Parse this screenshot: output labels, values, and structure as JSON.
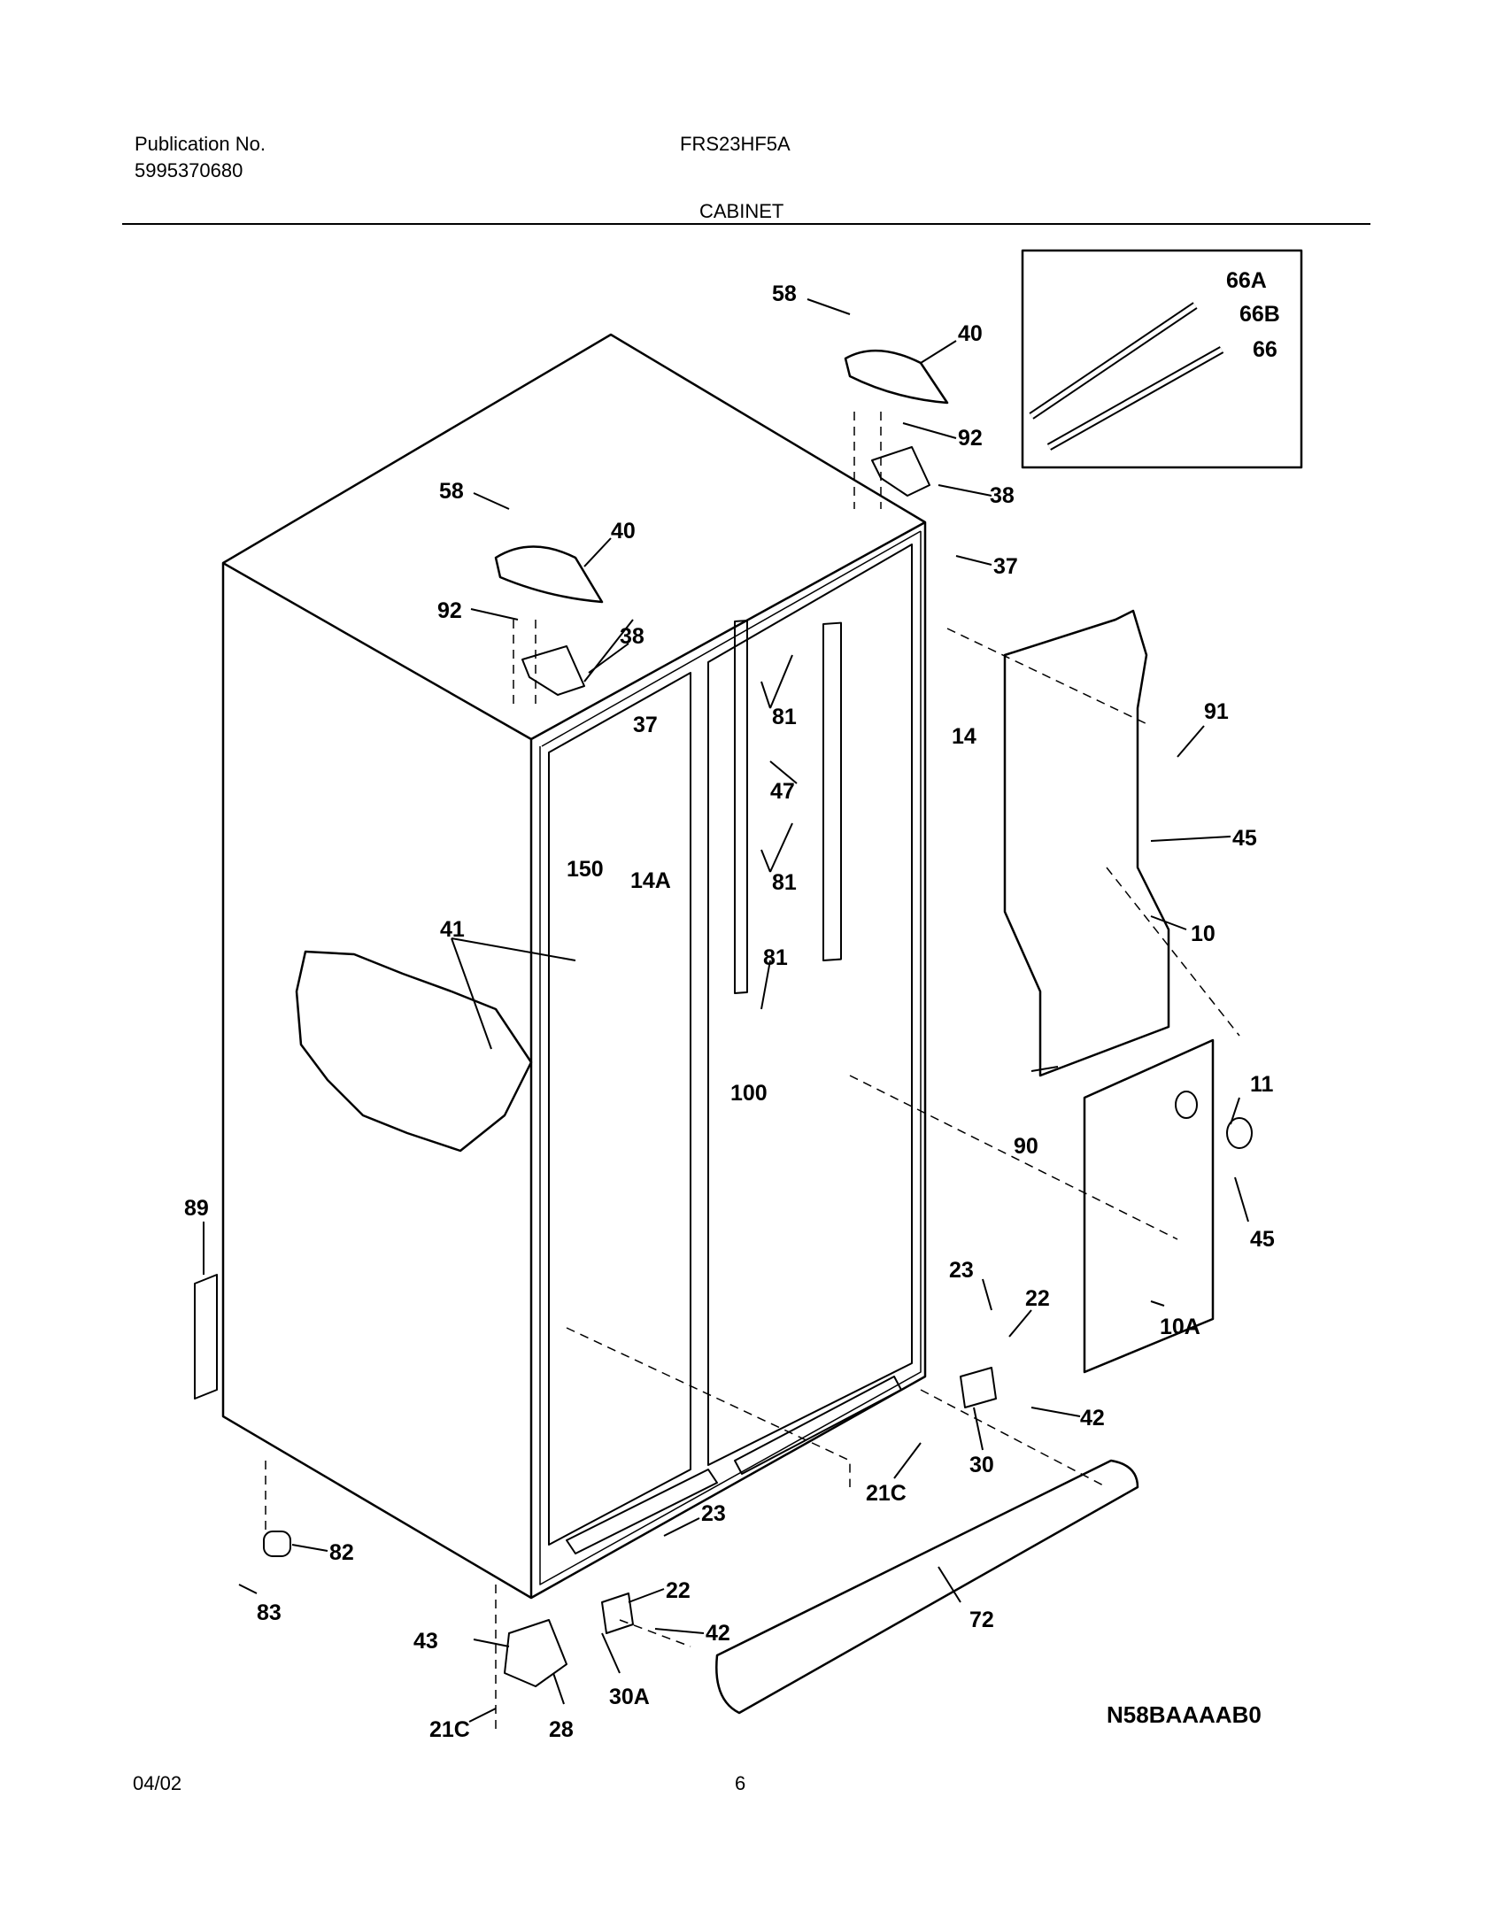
{
  "header": {
    "publication_label": "Publication No.",
    "publication_number": "5995370680",
    "model": "FRS23HF5A",
    "section": "CABINET"
  },
  "footer": {
    "date": "04/02",
    "page": "6"
  },
  "diagram_code": "N58BAAAAB0",
  "part_labels": {
    "p58a": "58",
    "p40a": "40",
    "p92a": "92",
    "p38a": "38",
    "p58b": "58",
    "p40b": "40",
    "p92b": "92",
    "p38b": "38",
    "p37a": "37",
    "p37b": "37",
    "p14": "14",
    "p14a": "14A",
    "p81a": "81",
    "p81b": "81",
    "p81c": "81",
    "p47": "47",
    "p150": "150",
    "p41": "41",
    "p100": "100",
    "p66a": "66A",
    "p66b": "66B",
    "p66": "66",
    "p91": "91",
    "p45a": "45",
    "p45b": "45",
    "p10": "10",
    "p10a": "10A",
    "p11": "11",
    "p90": "90",
    "p89": "89",
    "p23a": "23",
    "p22a": "22",
    "p42a": "42",
    "p30": "30",
    "p21ca": "21C",
    "p23b": "23",
    "p22b": "22",
    "p42b": "42",
    "p30a": "30A",
    "p72": "72",
    "p82": "82",
    "p83": "83",
    "p43": "43",
    "p21cb": "21C",
    "p28": "28"
  }
}
